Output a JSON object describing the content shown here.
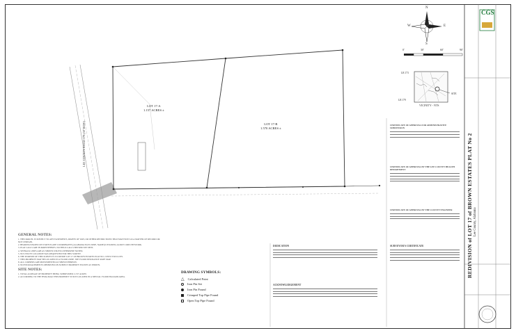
{
  "title_block": {
    "title": "REDIVISION of LOT 17 of BROWN ESTATES PLAT No 2",
    "subtitle": "Lee County, Alabama",
    "logo_text": "CGS"
  },
  "north_arrow": {
    "n": "N",
    "s": "S",
    "e": "E",
    "w": "W"
  },
  "scale_bar": {
    "labels": [
      "0'",
      "30'",
      "60'",
      "90'"
    ]
  },
  "vicinity": {
    "label": "VICINITY - NTS",
    "tags": [
      "LR 173",
      "LR 179",
      "SITE"
    ]
  },
  "lots": [
    {
      "name": "LOT 17-A",
      "area": "1.157 ACRES ±"
    },
    {
      "name": "LOT 17-B",
      "area": "1.570 ACRES ±"
    }
  ],
  "road_label": "LEE COUNTY ROAD 379 (50' ROW)",
  "notes": {
    "heading": "GENERAL NOTES:",
    "items": [
      "1.  THIS PARCEL IS SUBJECT TO ANY EASEMENTS, RIGHTS OF WAY, OR OTHER RESTRICTIONS THAT MAY EXIST AS A MATTER OF RECORD OR NOT CERTAIN.",
      "2.  BEARINGS BASED ON STATE PLANE COORDINATES (ALABAMA EAST ZONE, NAD83) UTILIZING ALDOT CORS NETWORK.",
      "3.  PLAT CALLS ARE IN PARENTHESES. NO FIELD CALLS BEYOND SET PINS.",
      "4.  SETBACK LINES ARE AS SHOWN UNLESS OTHERWISE NOTED.",
      "5.  NO UTILITY LOCATION WAS REQUESTED FOR THIS SURVEY.",
      "6.  THE PURPOSE OF THIS SURVEY IS TO DIVIDE LOT 17 OF BROWN ESTATES PLAT NO. 2 INTO TWO LOTS.",
      "7.  THIS PROPERTY MAY BE LOCATED IN A FLOOD ZONE. SEE FLOOD INSURANCE RATE MAP.",
      "8.  ALL CORNERS ARE MONUMENTED AS SHOWN HEREON.",
      "9.  NO ENCROACHMENTS OBSERVED ON SUBJECT PROPERTY EXCEPT AS SHOWN."
    ],
    "site_heading": "SITE NOTES:",
    "site_items": [
      "1.  TOTAL ACREAGE OF PROPERTY BEING SUBDIVIDED: 2.727 ACRES",
      "2.  ACCORDING TO THE FEMA MAP, THIS PROPERTY IS NOT LOCATED IN A SPECIAL FLOOD HAZARD AREA."
    ]
  },
  "symbols": {
    "heading": "DRAWING SYMBOLS:",
    "items": [
      "Calculated Point",
      "Iron Pin Set",
      "Iron Pin Found",
      "Crimped Top Pipe Found",
      "Open Top Pipe Found"
    ]
  },
  "certificates": {
    "dedication": "DEDICATION",
    "acknowledgement": "ACKNOWLEDGEMENT",
    "surveyor": "SURVEYOR'S CERTIFICATE",
    "approval_admin": "CERTIFICATE OF APPROVAL FOR ADMINISTRATIVE SUBDIVISION",
    "approval_health": "CERTIFICATE OF APPROVAL BY THE LEE COUNTY HEALTH DEPARTMENT",
    "approval_engineer": "CERTIFICATE OF APPROVAL BY THE COUNTY ENGINEER"
  }
}
